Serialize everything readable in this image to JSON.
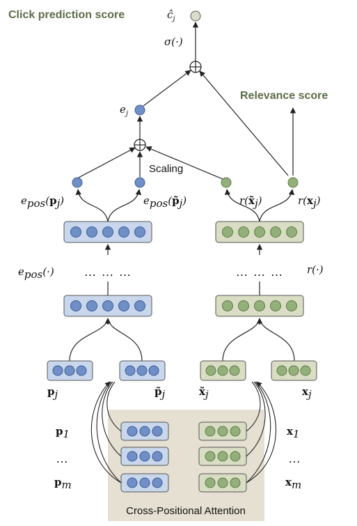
{
  "headings": {
    "click_prediction": "Click prediction score",
    "relevance": "Relevance score",
    "scaling": "Scaling",
    "cross_attention": "Cross-Positional Attention"
  },
  "math_labels": {
    "c_hat": "ĉ",
    "c_hat_sub": "j",
    "sigma": "σ(·)",
    "e_j": "e",
    "e_j_sub": "j",
    "e_pos": "e",
    "e_pos_sub": "pos",
    "e_pos_p_arg": "p",
    "e_pos_p_sub": "j",
    "e_pos_ptilde_arg": "p̃",
    "e_pos_ptilde_sub": "j",
    "r": "r",
    "r_xtilde_arg": "x̃",
    "r_xtilde_sub": "j",
    "r_x_arg": "x",
    "r_x_sub": "j",
    "e_pos_func": "(·)",
    "r_func": "r(·)",
    "ellipsis_left": "… … …",
    "ellipsis_right": "… … …"
  },
  "inputs": {
    "p_j": "p",
    "p_j_sub": "j",
    "ptilde_j": "p̃",
    "ptilde_j_sub": "j",
    "xtilde_j": "x̃",
    "xtilde_j_sub": "j",
    "x_j": "x",
    "x_j_sub": "j",
    "p_1": "p",
    "p_1_sub": "1",
    "p_dots": "…",
    "p_m": "p",
    "p_m_sub": "m",
    "x_1": "x",
    "x_1_sub": "1",
    "x_dots": "…",
    "x_m": "x",
    "x_m_sub": "m"
  },
  "colors": {
    "blue_fill": "#c9d7ec",
    "blue_node": "#6f8fc6",
    "green_fill": "#d9ddc4",
    "green_node": "#93b07a",
    "top_node": "#dcdccc",
    "attention_bg": "#e6e0d2",
    "heading_green": "#5a6e4a",
    "stroke": "#222222"
  }
}
